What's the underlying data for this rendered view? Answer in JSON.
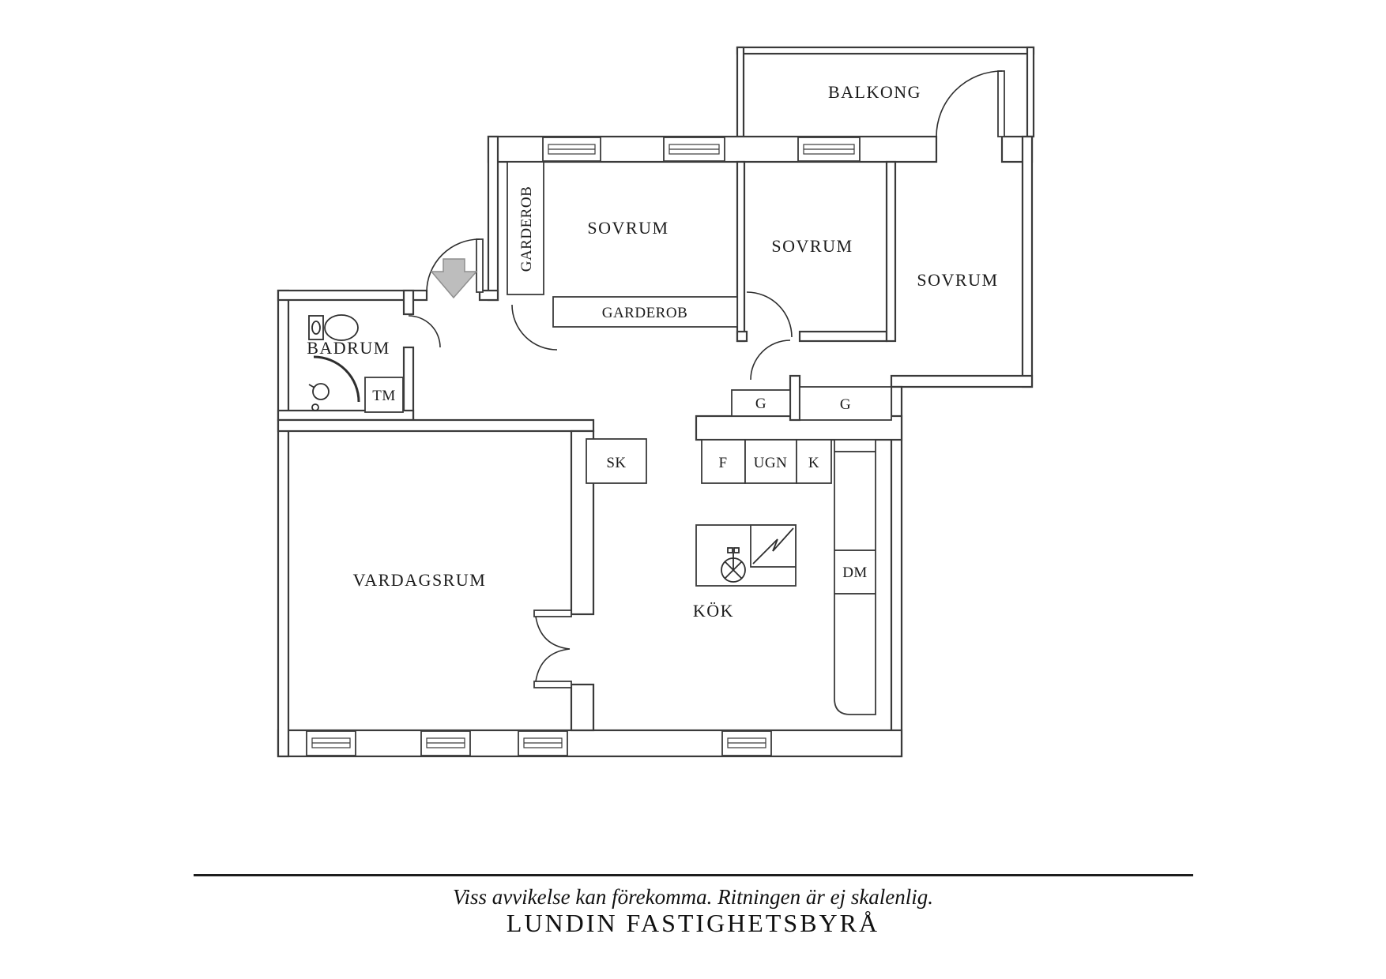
{
  "plan": {
    "balcony": {
      "label": "BALKONG"
    },
    "bedroom_1": {
      "label": "SOVRUM"
    },
    "bedroom_2": {
      "label": "SOVRUM"
    },
    "bedroom_3": {
      "label": "SOVRUM"
    },
    "wardrobe_tall": {
      "label": "GARDEROB"
    },
    "wardrobe_low": {
      "label": "GARDEROB"
    },
    "bathroom": {
      "label": "BADRUM"
    },
    "washing_machine": {
      "label": "TM"
    },
    "broom_closet": {
      "label": "SK"
    },
    "fridge": {
      "label": "F"
    },
    "oven": {
      "label": "UGN"
    },
    "freezer": {
      "label": "K"
    },
    "wardrobe_g_left": {
      "label": "G"
    },
    "wardrobe_g_right": {
      "label": "G"
    },
    "dishwasher": {
      "label": "DM"
    },
    "kitchen": {
      "label": "KÖK"
    },
    "living_room": {
      "label": "VARDAGSRUM"
    }
  },
  "footer": {
    "disclaimer": "Viss avvikelse kan förekomma. Ritningen är ej skalenlig.",
    "brand": "LUNDIN FASTIGHETSBYRÅ"
  },
  "colors": {
    "wall": "#3a3a3a",
    "text": "#1b1b1b",
    "entry_arrow_fill": "#bdbdbd",
    "entry_arrow_stroke": "#8e8e8e"
  }
}
